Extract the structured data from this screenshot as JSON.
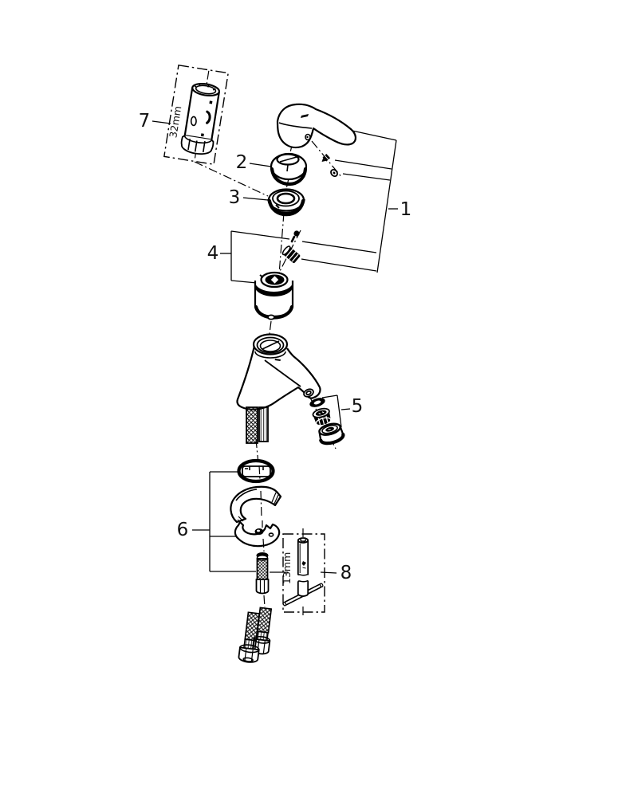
{
  "page": {
    "background": "#ffffff",
    "line_color": "#000000"
  },
  "labels": {
    "p1": "1",
    "p2": "2",
    "p3": "3",
    "p4": "4",
    "p5": "5",
    "p6": "6",
    "p7": "7",
    "p8": "8"
  },
  "annotations": {
    "tool_32mm": "32mm",
    "tool_13mm": "13mm"
  }
}
